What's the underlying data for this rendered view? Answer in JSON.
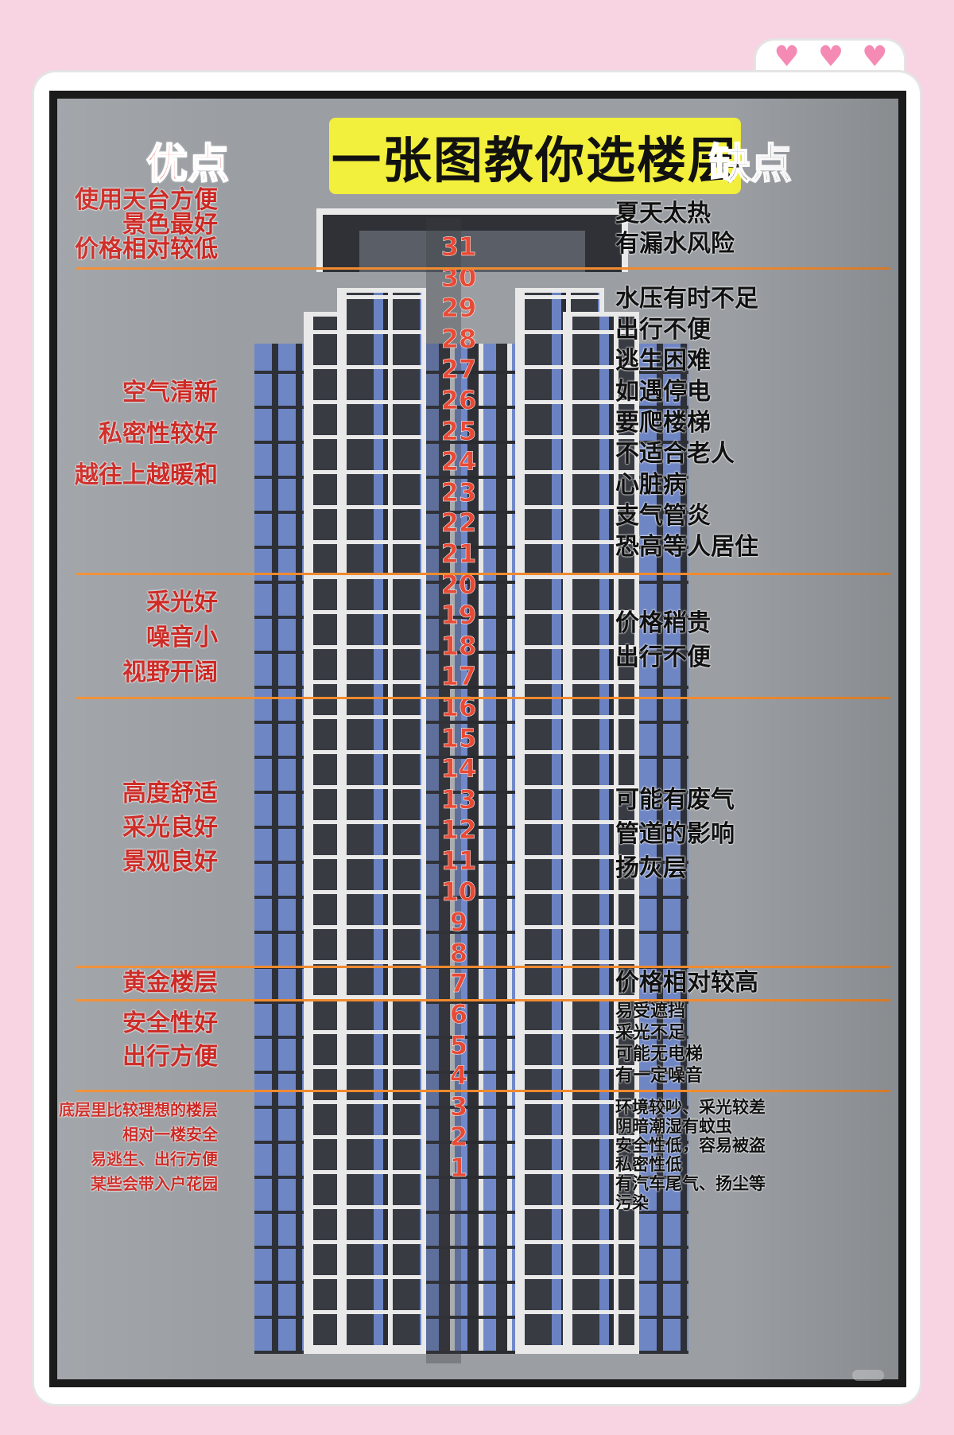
{
  "decor": {
    "hearts": [
      "♥",
      "♥",
      "♥"
    ],
    "heart_color": "#f58bb5",
    "background": "#f8d3e2"
  },
  "title": "一张图教你选楼层",
  "pros_heading": "优点",
  "cons_heading": "缺点",
  "floors": [
    "31",
    "30",
    "29",
    "28",
    "27",
    "26",
    "25",
    "24",
    "23",
    "22",
    "21",
    "20",
    "19",
    "18",
    "17",
    "16",
    "15",
    "14",
    "13",
    "12",
    "11",
    "10",
    "9",
    "8",
    "7",
    "6",
    "5",
    "4",
    "3",
    "2",
    "1"
  ],
  "sections": [
    {
      "floors": "31",
      "pros": [
        "使用天台方便",
        "景色最好",
        "价格相对较低"
      ],
      "cons": [
        "夏天太热",
        "有漏水风险"
      ]
    },
    {
      "floors": "21-30",
      "pros": [
        "空气清新",
        "私密性较好",
        "越往上越暖和"
      ],
      "cons": [
        "水压有时不足",
        "出行不便",
        "逃生困难",
        "如遇停电",
        "要爬楼梯",
        "不适合老人",
        "心脏病",
        "支气管炎",
        "恐高等人居住"
      ]
    },
    {
      "floors": "17-20",
      "pros": [
        "采光好",
        "噪音小",
        "视野开阔"
      ],
      "cons": [
        "价格稍贵",
        "出行不便"
      ]
    },
    {
      "floors": "8-16",
      "pros": [
        "高度舒适",
        "采光良好",
        "景观良好"
      ],
      "cons": [
        "可能有废气",
        "管道的影响",
        "扬灰层"
      ]
    },
    {
      "floors": "7",
      "pros": [
        "黄金楼层"
      ],
      "cons": [
        "价格相对较高"
      ]
    },
    {
      "floors": "4-6",
      "pros": [
        "安全性好",
        "出行方便"
      ],
      "cons": [
        "易受遮挡",
        "采光不足",
        "可能无电梯",
        "有一定噪音"
      ]
    },
    {
      "floors": "1-3",
      "pros": [
        "底层里比较理想的楼层",
        "相对一楼安全",
        "易逃生、出行方便",
        "某些会带入户花园"
      ],
      "cons": [
        "环境较吵、采光较差",
        "阴暗潮湿有蚊虫",
        "安全性低，容易被盗",
        "私密性低",
        "有汽车尾气、扬尘等",
        "污染"
      ]
    }
  ],
  "colors": {
    "pros_text": "#cc2520",
    "divider": "#f08a2f",
    "title_bg": "#f2ef3d",
    "floor_number": "#e84a35"
  }
}
